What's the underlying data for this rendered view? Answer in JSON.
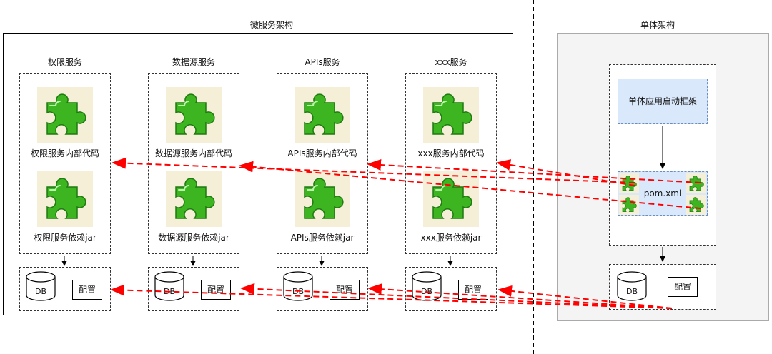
{
  "sections": {
    "microservices_title": "微服务架构",
    "monolith_title": "单体架构"
  },
  "services": [
    {
      "name": "权限服务",
      "code_label": "权限服务内部代码",
      "jar_label": "权限服务依赖jar",
      "db": "DB",
      "config": "配置"
    },
    {
      "name": "数据源服务",
      "code_label": "数据源服务内部代码",
      "jar_label": "数据源服务依赖jar",
      "db": "DB",
      "config": "配置"
    },
    {
      "name": "APIs服务",
      "code_label": "APIs服务内部代码",
      "jar_label": "APIs服务依赖jar",
      "db": "DB",
      "config": "配置"
    },
    {
      "name": "xxx服务",
      "code_label": "xxx服务内部代码",
      "jar_label": "xxx服务依赖jar",
      "db": "DB",
      "config": "配置"
    }
  ],
  "monolith": {
    "framework_label": "单体应用启动框架",
    "pom_label": "pom.xml",
    "db": "DB",
    "config": "配置"
  },
  "colors": {
    "arrow_red": "#ff0000",
    "puzzle_green": "#3cb521",
    "puzzle_bg": "#f5efd8",
    "blue_fill": "#dae8fc",
    "monolith_bg": "#f4f4f4"
  },
  "icons": {
    "module": "puzzle-piece-icon",
    "database": "database-cylinder-icon"
  }
}
